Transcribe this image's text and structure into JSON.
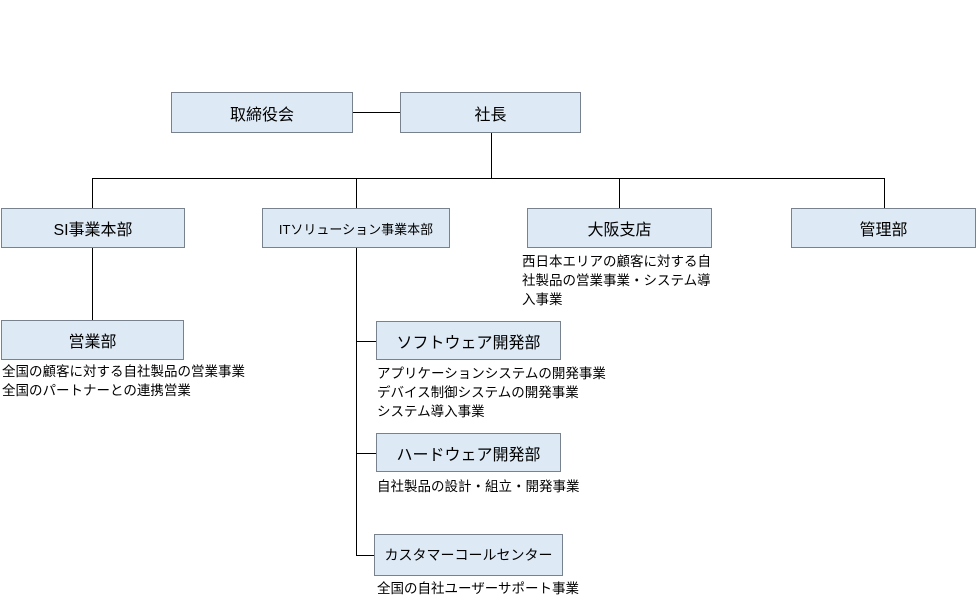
{
  "colors": {
    "box_fill": "#dde9f4",
    "box_border": "#77828e",
    "connector": "#000000",
    "text": "#000000",
    "background": "#ffffff"
  },
  "nodes": {
    "board": {
      "label": "取締役会"
    },
    "president": {
      "label": "社長"
    },
    "si": {
      "label": "SI事業本部"
    },
    "itsol": {
      "label": "ITソリューション事業本部"
    },
    "osaka": {
      "label": "大阪支店",
      "desc": "西日本エリアの顧客に対する自社製品の営業事業・システム導入事業"
    },
    "kanri": {
      "label": "管理部"
    },
    "eigyo": {
      "label": "営業部",
      "desc": "全国の顧客に対する自社製品の営業事業\n全国のパートナーとの連携営業"
    },
    "soft": {
      "label": "ソフトウェア開発部",
      "desc": "アプリケーションシステムの開発事業\nデバイス制御システムの開発事業\nシステム導入事業"
    },
    "hard": {
      "label": "ハードウェア開発部",
      "desc": "自社製品の設計・組立・開発事業"
    },
    "call": {
      "label": "カスタマーコールセンター",
      "desc": "全国の自社ユーザーサポート事業"
    }
  }
}
